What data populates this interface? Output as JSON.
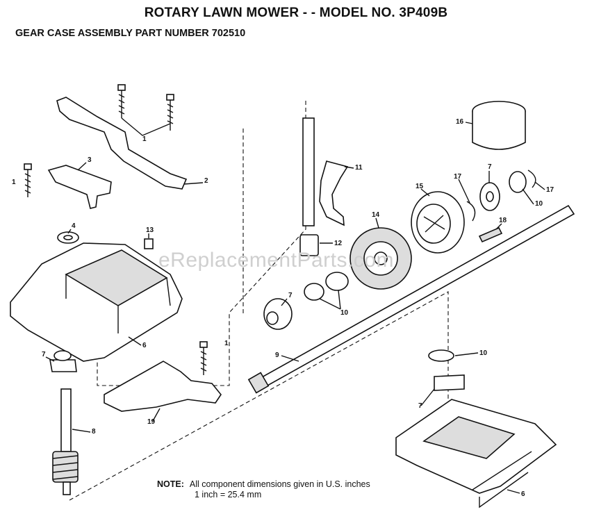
{
  "header": {
    "title": "ROTARY LAWN MOWER - - MODEL NO. 3P409B",
    "subtitle": "GEAR CASE ASSEMBLY PART NUMBER 702510"
  },
  "watermark": "eReplacementParts.com",
  "callouts": {
    "c1a": "1",
    "c1b": "1",
    "c1c": "1",
    "c2": "2",
    "c3": "3",
    "c4": "4",
    "c6a": "6",
    "c6b": "6",
    "c7a": "7",
    "c7b": "7",
    "c7c": "7",
    "c7d": "7",
    "c8": "8",
    "c9": "9",
    "c10a": "10",
    "c10b": "10",
    "c10c": "10",
    "c11": "11",
    "c12": "12",
    "c13": "13",
    "c14": "14",
    "c15": "15",
    "c16": "16",
    "c17a": "17",
    "c17b": "17",
    "c18": "18",
    "c19": "19"
  },
  "note": {
    "label": "NOTE:",
    "line1": "All component dimensions given in U.S. inches",
    "line2": "1 inch = 25.4 mm"
  }
}
